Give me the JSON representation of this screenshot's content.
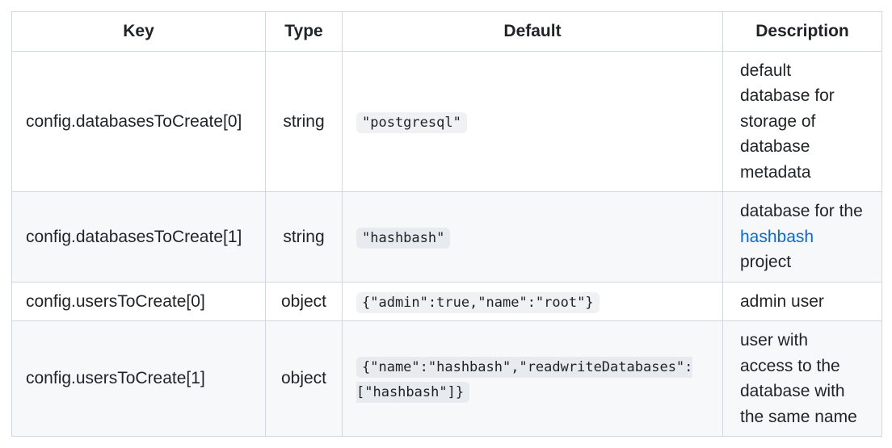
{
  "table": {
    "columns": [
      {
        "id": "key",
        "label": "Key"
      },
      {
        "id": "type",
        "label": "Type"
      },
      {
        "id": "default",
        "label": "Default"
      },
      {
        "id": "description",
        "label": "Description"
      }
    ],
    "rows": [
      {
        "key": "config.databasesToCreate[0]",
        "type": "string",
        "default_code": "\"postgresql\"",
        "description": [
          {
            "text": "default database for storage of database metadata"
          }
        ]
      },
      {
        "key": "config.databasesToCreate[1]",
        "type": "string",
        "default_code": "\"hashbash\"",
        "description": [
          {
            "text": "database for the "
          },
          {
            "text": "hashbash",
            "link": true,
            "link_name": "hashbash-link"
          },
          {
            "text": " project"
          }
        ]
      },
      {
        "key": "config.usersToCreate[0]",
        "type": "object",
        "default_code": "{\"admin\":true,\"name\":\"root\"}",
        "description": [
          {
            "text": "admin user"
          }
        ]
      },
      {
        "key": "config.usersToCreate[1]",
        "type": "object",
        "default_code": "{\"name\":\"hashbash\",\"readwriteDatabases\": [\"hashbash\"]}",
        "description": [
          {
            "text": "user with access to the database with the same name"
          }
        ]
      }
    ],
    "colors": {
      "text": "#1f2328",
      "border": "#d0d7de",
      "row_stripe": "#f6f8fa",
      "link": "#0969da",
      "code_background": "rgba(175,184,193,0.2)"
    }
  }
}
